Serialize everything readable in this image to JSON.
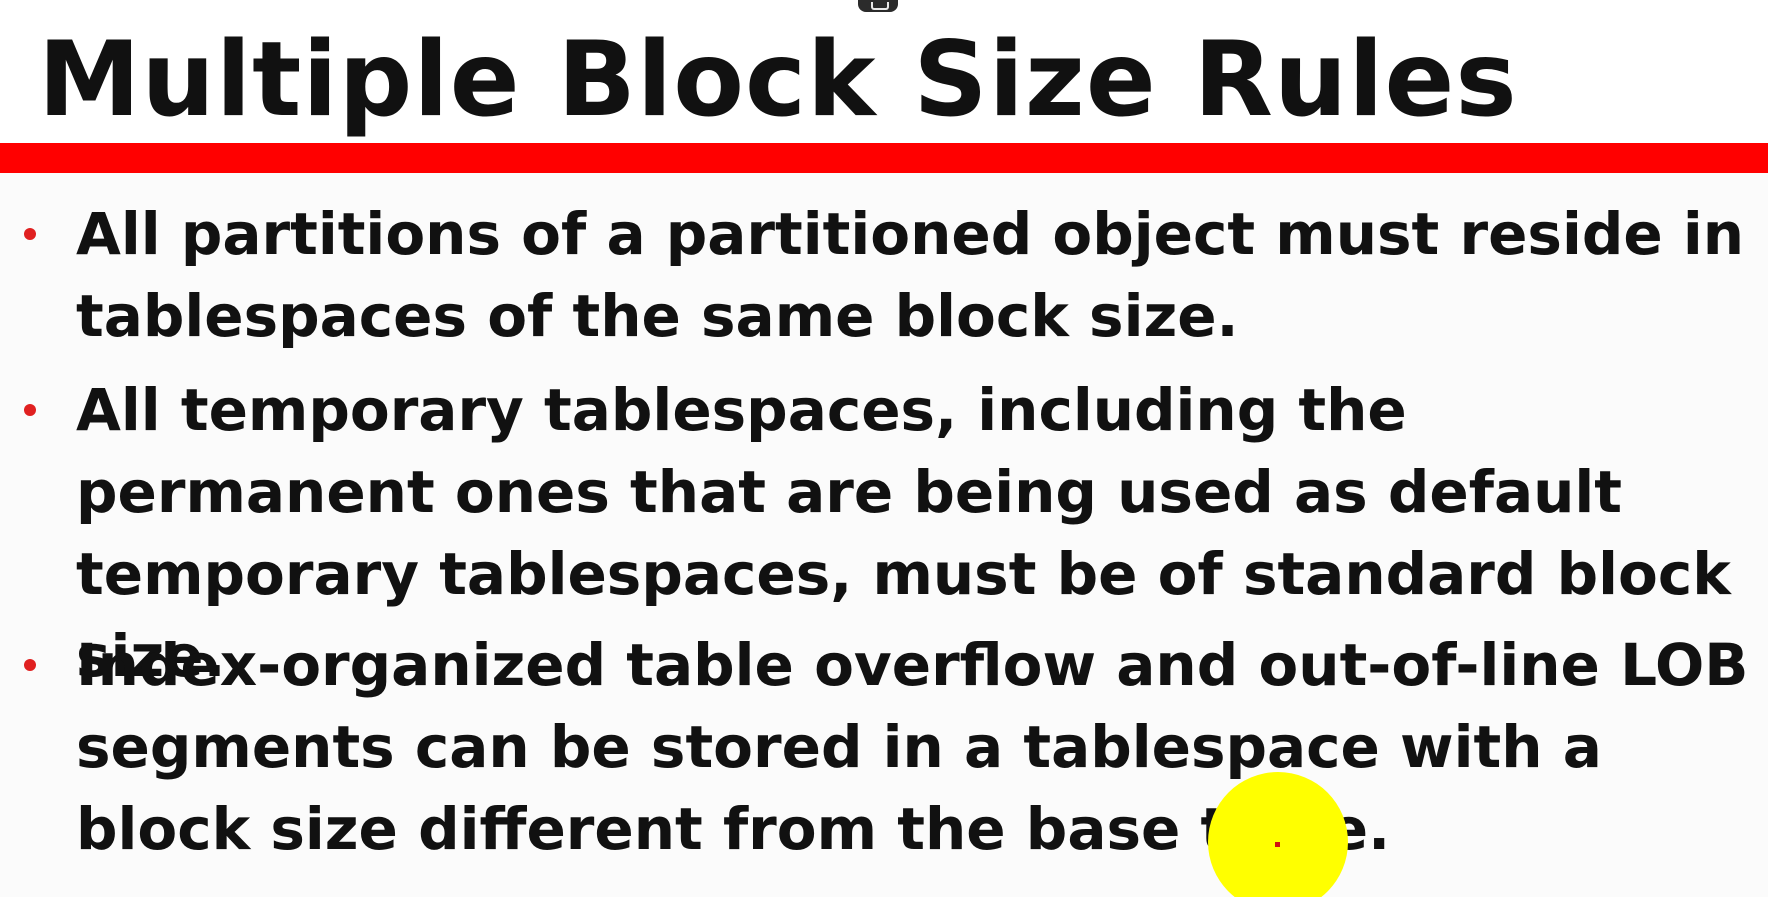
{
  "slide": {
    "title": "Multiple Block Size Rules",
    "bullets": [
      "All partitions of a partitioned object must reside in tablespaces of the same block size.",
      "All temporary tablespaces, including the permanent ones that are being used as default temporary tablespaces, must be of standard block size.",
      "Index-organized table overflow and out-of-line LOB segments can be stored in a tablespace with a block size different from the base table."
    ]
  },
  "colors": {
    "title_rule": "#ff0000",
    "bullet": "#e02020",
    "text": "#111111",
    "cursor_highlight": "#ffff00"
  },
  "icons": {
    "top_tab": "window-tab-icon",
    "cursor": "cursor-highlight"
  }
}
